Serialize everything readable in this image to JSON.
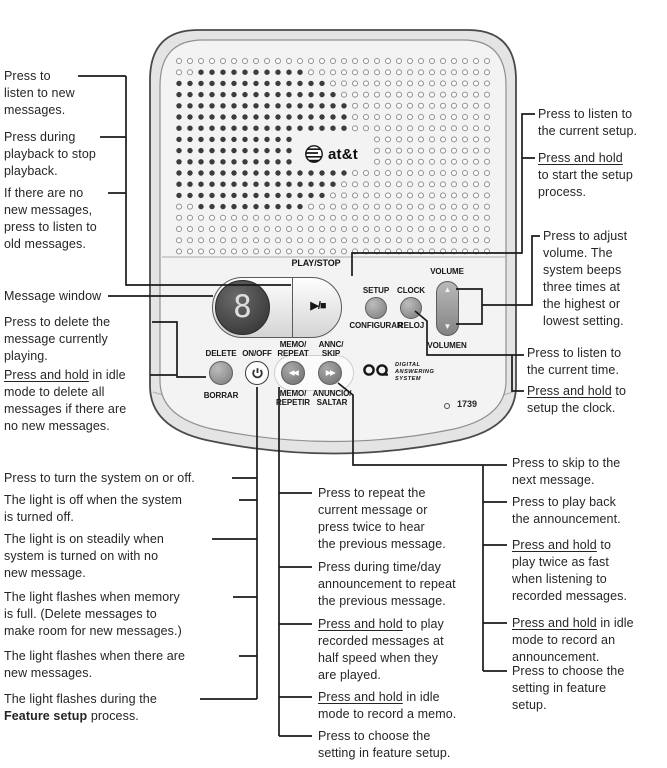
{
  "device": {
    "brand": "at&t",
    "display_digit": "8",
    "model_number": "1739",
    "das_logo_text": "DIGITAL\nANSWERING\nSYSTEM",
    "buttons": {
      "play_stop": "PLAY/STOP",
      "play_stop_icon": "▶/■",
      "setup_en": "SETUP",
      "setup_es": "CONFIGURAR",
      "clock_en": "CLOCK",
      "clock_es": "RELOJ",
      "volume_en": "VOLUME",
      "volume_es": "VOLUMEN",
      "volume_up_icon": "▲",
      "volume_down_icon": "▼",
      "delete_en": "DELETE",
      "delete_es": "BORRAR",
      "onoff": "ON/OFF",
      "memo_en": "MEMO/\nREPEAT",
      "memo_es": "MEMO/\nREPETIR",
      "memo_icon": "◀◀",
      "annc_en": "ANNC/\nSKIP",
      "annc_es": "ANUNCIO/\nSALTAR",
      "annc_icon": "▶▶"
    }
  },
  "callouts": {
    "left_top": [
      {
        "segments": [
          {
            "t": "Press to\nlisten to new\nmessages."
          }
        ]
      },
      {
        "segments": [
          {
            "t": "Press during\nplayback to stop\nplayback."
          }
        ]
      },
      {
        "segments": [
          {
            "t": "If there are no\nnew messages,\npress to listen to\nold messages."
          }
        ]
      }
    ],
    "left_mid": [
      {
        "segments": [
          {
            "t": "Message window"
          }
        ]
      },
      {
        "segments": [
          {
            "t": "Press to delete the\nmessage currently\nplaying."
          }
        ]
      },
      {
        "segments": [
          {
            "t": "Press and hold",
            "u": true
          },
          {
            "t": " in idle\nmode to delete all\nmessages if there are\nno new messages."
          }
        ]
      }
    ],
    "left_bottom": [
      {
        "segments": [
          {
            "t": "Press to turn the system on or off."
          }
        ]
      },
      {
        "segments": [
          {
            "t": "The light is off when the system\nis turned off."
          }
        ]
      },
      {
        "segments": [
          {
            "t": "The light is on steadily when\nsystem is turned on with no\nnew message."
          }
        ]
      },
      {
        "segments": [
          {
            "t": "The light flashes when memory\nis full. (Delete messages to\nmake room for new messages.)"
          }
        ]
      },
      {
        "segments": [
          {
            "t": "The light flashes when there are\nnew messages."
          }
        ]
      },
      {
        "segments": [
          {
            "t": "The light flashes during the\n"
          },
          {
            "t": "Feature setup",
            "b": true
          },
          {
            "t": " process."
          }
        ]
      }
    ],
    "middle": [
      {
        "segments": [
          {
            "t": "Press to repeat the\ncurrent message or\npress twice to hear\nthe previous message."
          }
        ]
      },
      {
        "segments": [
          {
            "t": "Press during time/day\nannouncement to repeat\nthe previous message."
          }
        ]
      },
      {
        "segments": [
          {
            "t": "Press and hold",
            "u": true
          },
          {
            "t": " to play\nrecorded messages at\nhalf speed when they\nare played."
          }
        ]
      },
      {
        "segments": [
          {
            "t": "Press and hold",
            "u": true
          },
          {
            "t": " in idle\nmode to record a memo."
          }
        ]
      },
      {
        "segments": [
          {
            "t": "Press to choose the\nsetting in feature setup."
          }
        ]
      }
    ],
    "right_top": [
      {
        "segments": [
          {
            "t": "Press to listen to\nthe current setup."
          }
        ]
      },
      {
        "segments": [
          {
            "t": "Press and hold",
            "u": true
          },
          {
            "t": "\nto start the setup\nprocess."
          }
        ]
      }
    ],
    "right_volume": [
      {
        "segments": [
          {
            "t": "Press to adjust\nvolume. The\nsystem beeps\nthree times at\nthe highest or\nlowest setting."
          }
        ]
      }
    ],
    "right_clock": [
      {
        "segments": [
          {
            "t": "Press to listen to\nthe current time."
          }
        ]
      },
      {
        "segments": [
          {
            "t": "Press and hold",
            "u": true
          },
          {
            "t": " to\nsetup the clock."
          }
        ]
      }
    ],
    "right_bottom": [
      {
        "segments": [
          {
            "t": "Press to skip to the\nnext message."
          }
        ]
      },
      {
        "segments": [
          {
            "t": "Press to play back\nthe announcement."
          }
        ]
      },
      {
        "segments": [
          {
            "t": "Press and hold",
            "u": true
          },
          {
            "t": " to\nplay twice as fast\nwhen listening to\nrecorded messages."
          }
        ]
      },
      {
        "segments": [
          {
            "t": "Press and hold",
            "u": true
          },
          {
            "t": " in idle\nmode to record an\nannouncement."
          }
        ]
      },
      {
        "segments": [
          {
            "t": "Press to choose the\nsetting in feature\nsetup."
          }
        ]
      }
    ]
  }
}
